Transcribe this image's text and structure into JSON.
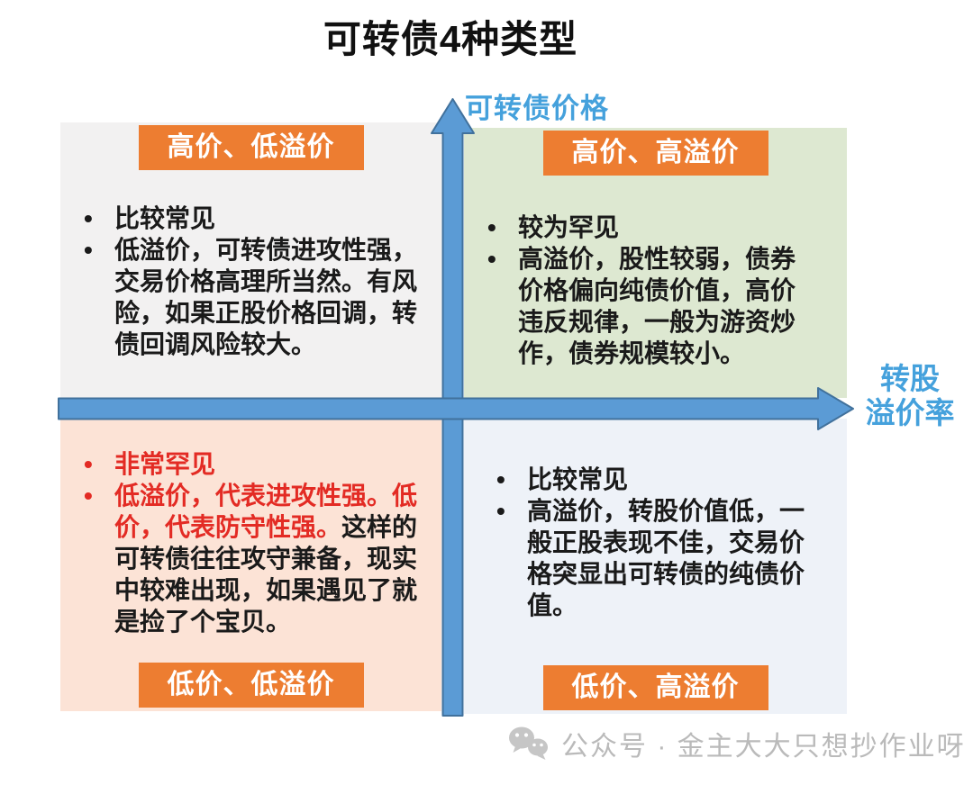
{
  "title": "可转债4种类型",
  "axes": {
    "y_axis_label": "可转债价格",
    "x_axis_label_line1": "转股",
    "x_axis_label_line2": "溢价率",
    "arrow_color": "#5b9bd5",
    "arrow_border_color": "#41719c",
    "label_color": "#45a1dc"
  },
  "quadrants": {
    "header_bg": "#ed7d31",
    "header_text_color": "#ffffff",
    "top_left": {
      "header": "高价、低溢价",
      "background": "#f2f1f1",
      "bullets": [
        "比较常见",
        "低溢价，可转债进攻性强，交易价格高理所当然。有风险，如果正股价格回调，转债回调风险较大。"
      ]
    },
    "top_right": {
      "header": "高价、高溢价",
      "background": "#dde8d1",
      "bullets": [
        "较为罕见",
        "高溢价，股性较弱，债券价格偏向纯债价值，高价违反规律，一般为游资炒作，债券规模较小。"
      ]
    },
    "bottom_left": {
      "header": "低价、低溢价",
      "background": "#fce3d6",
      "red_text_color": "#e32b24",
      "bullets": [
        "非常罕见"
      ],
      "bullet2_red": "低溢价，代表进攻性强。低价，代表防守性强。",
      "bullet2_black": "这样的可转债往往攻守兼备，现实中较难出现，如果遇见了就是捡了个宝贝。"
    },
    "bottom_right": {
      "header": "低价、高溢价",
      "background": "#eef2f8",
      "bullets": [
        "比较常见",
        "高溢价，转股价值低，一般正股表现不佳，交易价格突显出可转债的纯债价值。"
      ]
    }
  },
  "watermark": {
    "icon": "wechat-icon",
    "text": "公众号 · 金主大大只想抄作业呀",
    "color": "#bababa"
  }
}
